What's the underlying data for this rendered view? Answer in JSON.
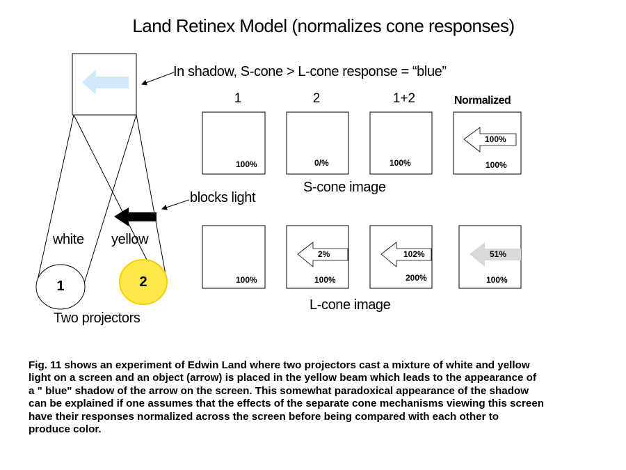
{
  "title": "Land Retinex Model (normalizes cone responses)",
  "annotations": {
    "shadow_note": "In shadow, S-cone > L-cone response = “blue”",
    "blocks_light": "blocks light",
    "white": "white",
    "yellow": "yellow",
    "two_projectors": "Two projectors"
  },
  "projectors": [
    {
      "label": "1",
      "color": "#ffffff"
    },
    {
      "label": "2",
      "color": "#ffe94a"
    }
  ],
  "columns": [
    "1",
    "2",
    "1+2",
    "Normalized"
  ],
  "s_cone": {
    "label": "S-cone image",
    "cells": [
      {
        "main": "100%",
        "arrow": ""
      },
      {
        "main": "0/%",
        "arrow": ""
      },
      {
        "main": "100%",
        "arrow": ""
      },
      {
        "main": "100%",
        "arrow": "100%"
      }
    ]
  },
  "l_cone": {
    "label": "L-cone image",
    "cells": [
      {
        "main": "100%",
        "arrow": ""
      },
      {
        "main": "100%",
        "arrow": "2%"
      },
      {
        "main": "200%",
        "arrow": "102%"
      },
      {
        "main": "100%",
        "arrow": "51%"
      }
    ]
  },
  "caption_lines": [
    "Fig. 11 shows an experiment of Edwin Land where two projectors cast a mixture of white and yellow",
    "light on a screen and an object (arrow) is placed in the yellow beam which leads to the appearance of",
    " a \" blue\" shadow of the arrow on the screen. This somewhat paradoxical appearance of the shadow",
    "can be explained if one assumes that the effects of the separate cone mechanisms viewing this screen",
    " have their responses normalized across the screen before being compared with each other to",
    " produce color."
  ],
  "colors": {
    "blue_shadow": "#cfe9fa",
    "yellow_projector": "#ffe94a",
    "yellow_rim": "#f2d000",
    "gray_arrow": "#d9d9d9",
    "blocker": "#000000"
  }
}
